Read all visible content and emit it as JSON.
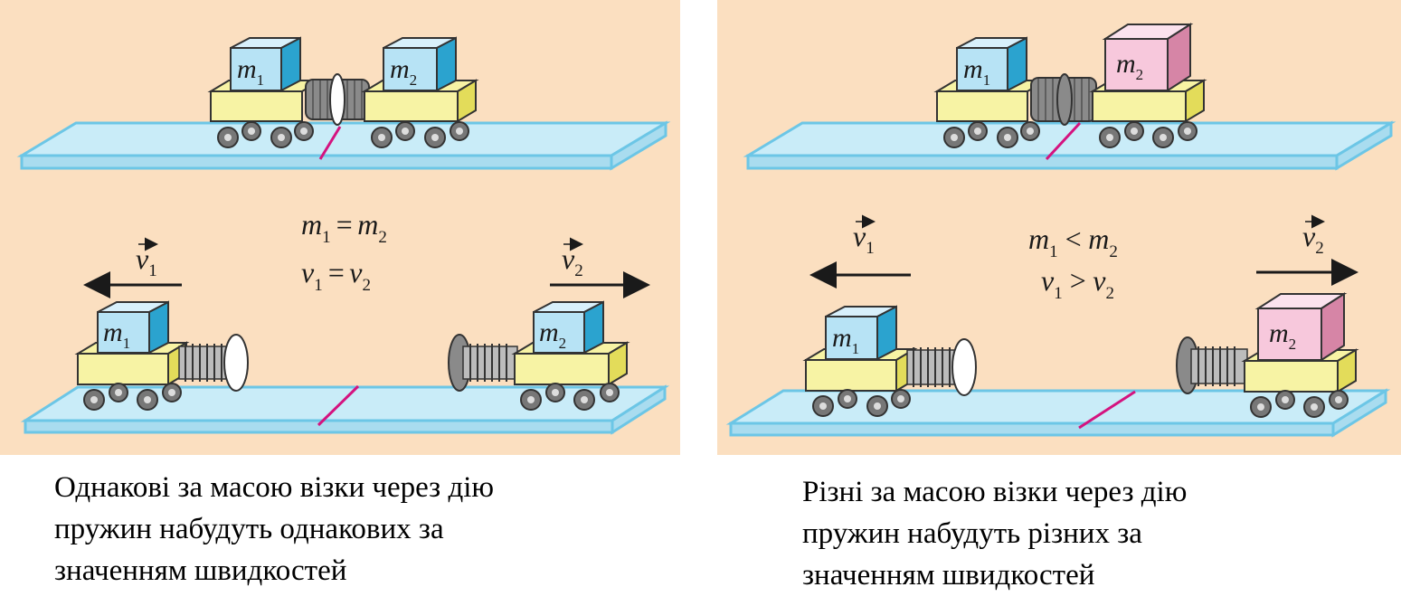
{
  "colors": {
    "panel_bg": "#fbdfc0",
    "track_fill": "#c9ecf8",
    "track_edge": "#6cc6e6",
    "cart_body": "#f7f3a4",
    "cart_side": "#e3dc5a",
    "block_blue": "#b7e3f5",
    "block_blue_side": "#2ba3cf",
    "block_pink": "#f7c8dc",
    "block_pink_side": "#d685a6",
    "marker": "#d4137f",
    "wheel": "#777777",
    "spring": "#8a8a8a"
  },
  "icons": {
    "track": "flat-track",
    "cart": "cart-with-wheels",
    "spring": "coil-spring",
    "arrow_left": "arrow-left-icon",
    "arrow_right": "arrow-right-icon"
  },
  "left": {
    "top_blocks": [
      {
        "base": "m",
        "sub": "1"
      },
      {
        "base": "m",
        "sub": "2"
      }
    ],
    "bottom_blocks": [
      {
        "base": "m",
        "sub": "1"
      },
      {
        "base": "m",
        "sub": "2"
      }
    ],
    "formula_mass": {
      "a": "m",
      "a_sub": "1",
      "op": "=",
      "b": "m",
      "b_sub": "2"
    },
    "formula_vel": {
      "a": "v",
      "a_sub": "1",
      "op": "=",
      "b": "v",
      "b_sub": "2"
    },
    "vel_left": {
      "base": "v",
      "sub": "1"
    },
    "vel_right": {
      "base": "v",
      "sub": "2"
    },
    "caption": [
      "Однакові за масою візки через дію",
      "пружин набудуть однакових за",
      "значенням швидкостей"
    ]
  },
  "right": {
    "top_blocks": [
      {
        "base": "m",
        "sub": "1"
      },
      {
        "base": "m",
        "sub": "2"
      }
    ],
    "bottom_blocks": [
      {
        "base": "m",
        "sub": "1"
      },
      {
        "base": "m",
        "sub": "2"
      }
    ],
    "formula_mass": {
      "a": "m",
      "a_sub": "1",
      "op": "<",
      "b": "m",
      "b_sub": "2"
    },
    "formula_vel": {
      "a": "v",
      "a_sub": "1",
      "op": ">",
      "b": "v",
      "b_sub": "2"
    },
    "vel_left": {
      "base": "v",
      "sub": "1"
    },
    "vel_right": {
      "base": "v",
      "sub": "2"
    },
    "caption": [
      "Різні за масою візки через дію",
      "пружин набудуть різних за",
      "значенням швидкостей"
    ]
  }
}
